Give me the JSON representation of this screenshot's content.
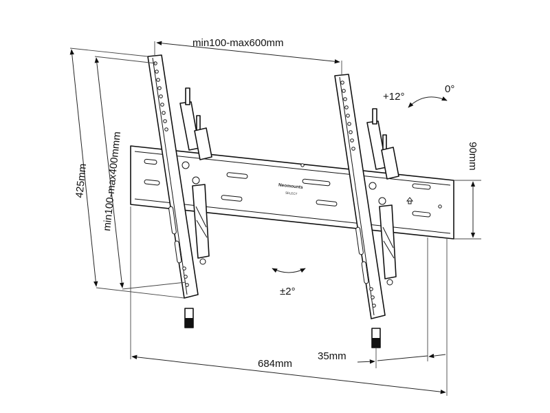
{
  "dimensions": {
    "vesa_width": "min100-max600mm",
    "overall_height": "425mm",
    "vesa_height": "min100-max400mmm",
    "rail_height": "90mm",
    "overall_width": "684mm",
    "depth": "35mm"
  },
  "angles": {
    "tilt_forward": "+12°",
    "tilt_zero": "0°",
    "level_adjust": "±2°"
  },
  "brand": {
    "logo_text": "Neomounts",
    "logo_subtext": "SELECT"
  }
}
